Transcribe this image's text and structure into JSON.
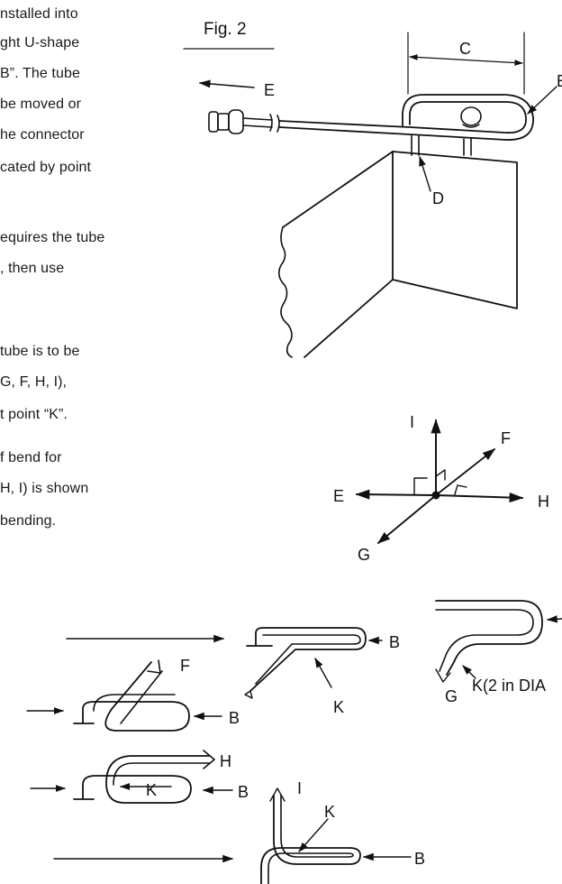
{
  "text_lines": [
    "nstalled into",
    "ght U-shape",
    "B”. The tube",
    "be moved or",
    "he connector",
    "cated by point",
    "equires the tube",
    ", then use",
    " tube is to be",
    "G, F, H, I),",
    "t point “K”.",
    "f bend for",
    "H, I) is shown",
    " bending."
  ],
  "figure": {
    "title": "Fig. 2",
    "labels": {
      "c": "C",
      "e": "E",
      "b": "B",
      "d": "D"
    }
  },
  "compass": {
    "i": "I",
    "f": "F",
    "e": "E",
    "h": "H",
    "g": "G"
  },
  "bends": {
    "b": "B",
    "f": "F",
    "h": "H",
    "i": "I",
    "k": "K",
    "g": "G",
    "k_note": "K(2 in DIA"
  }
}
